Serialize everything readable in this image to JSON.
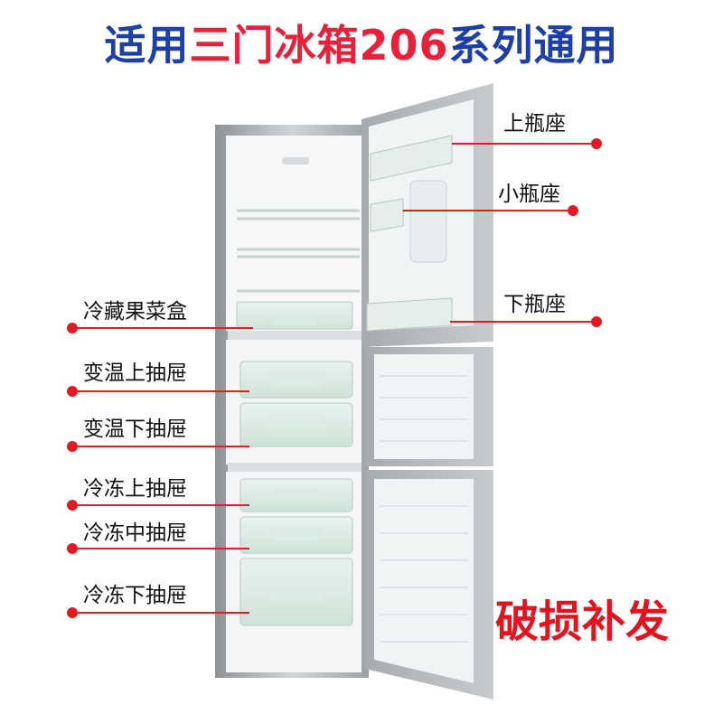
{
  "title": {
    "part1": "适用",
    "part2": "三门冰箱206",
    "part3": "系列通用"
  },
  "labels": {
    "upper_bottle_seat": "上瓶座",
    "small_bottle_seat": "小瓶座",
    "lower_bottle_seat": "下瓶座",
    "fridge_crisper": "冷藏果菜盒",
    "variable_upper_drawer": "变温上抽屉",
    "variable_lower_drawer": "变温下抽屉",
    "freezer_upper_drawer": "冷冻上抽屉",
    "freezer_middle_drawer": "冷冻中抽屉",
    "freezer_lower_drawer": "冷冻下抽屉"
  },
  "promo": "破损补发",
  "colors": {
    "title_blue": "#1e3fa8",
    "title_red": "#e8203a",
    "callout_red": "#e21b23",
    "cabinet_silver": "#b9bcc0",
    "liner_white": "#f4f6f7"
  }
}
